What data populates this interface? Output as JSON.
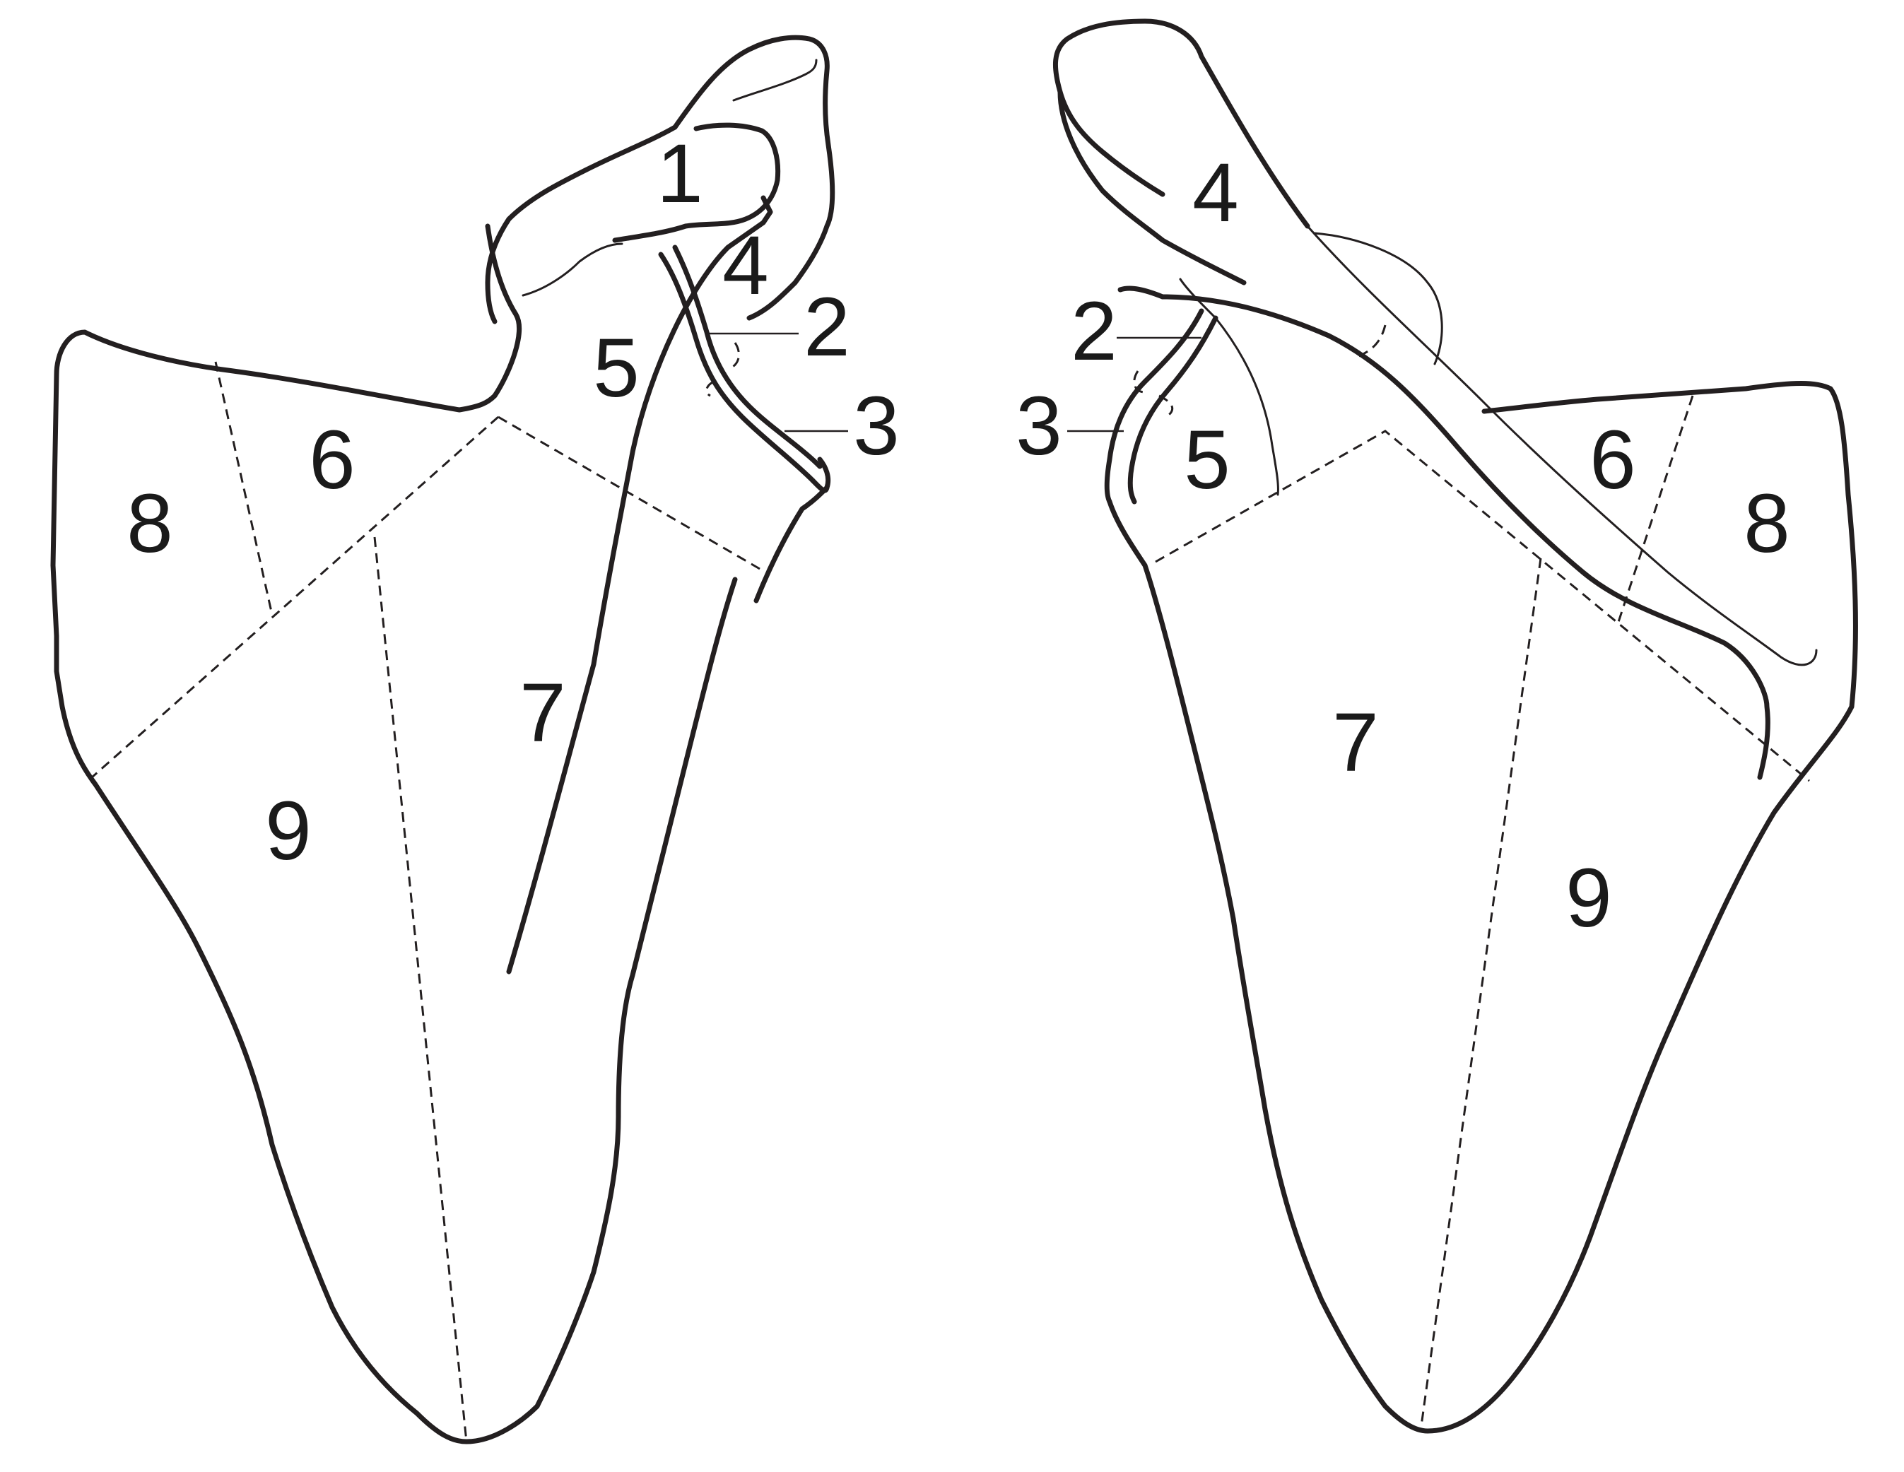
{
  "colors": {
    "line": "#231f20",
    "background": "#ffffff"
  },
  "left_view": {
    "labels": {
      "l1": "1",
      "l2": "2",
      "l3": "3",
      "l4": "4",
      "l5": "5",
      "l6": "6",
      "l7": "7",
      "l8": "8",
      "l9": "9"
    }
  },
  "right_view": {
    "labels": {
      "l2": "2",
      "l3": "3",
      "l4": "4",
      "l5": "5",
      "l6": "6",
      "l7": "7",
      "l8": "8",
      "l9": "9"
    }
  }
}
